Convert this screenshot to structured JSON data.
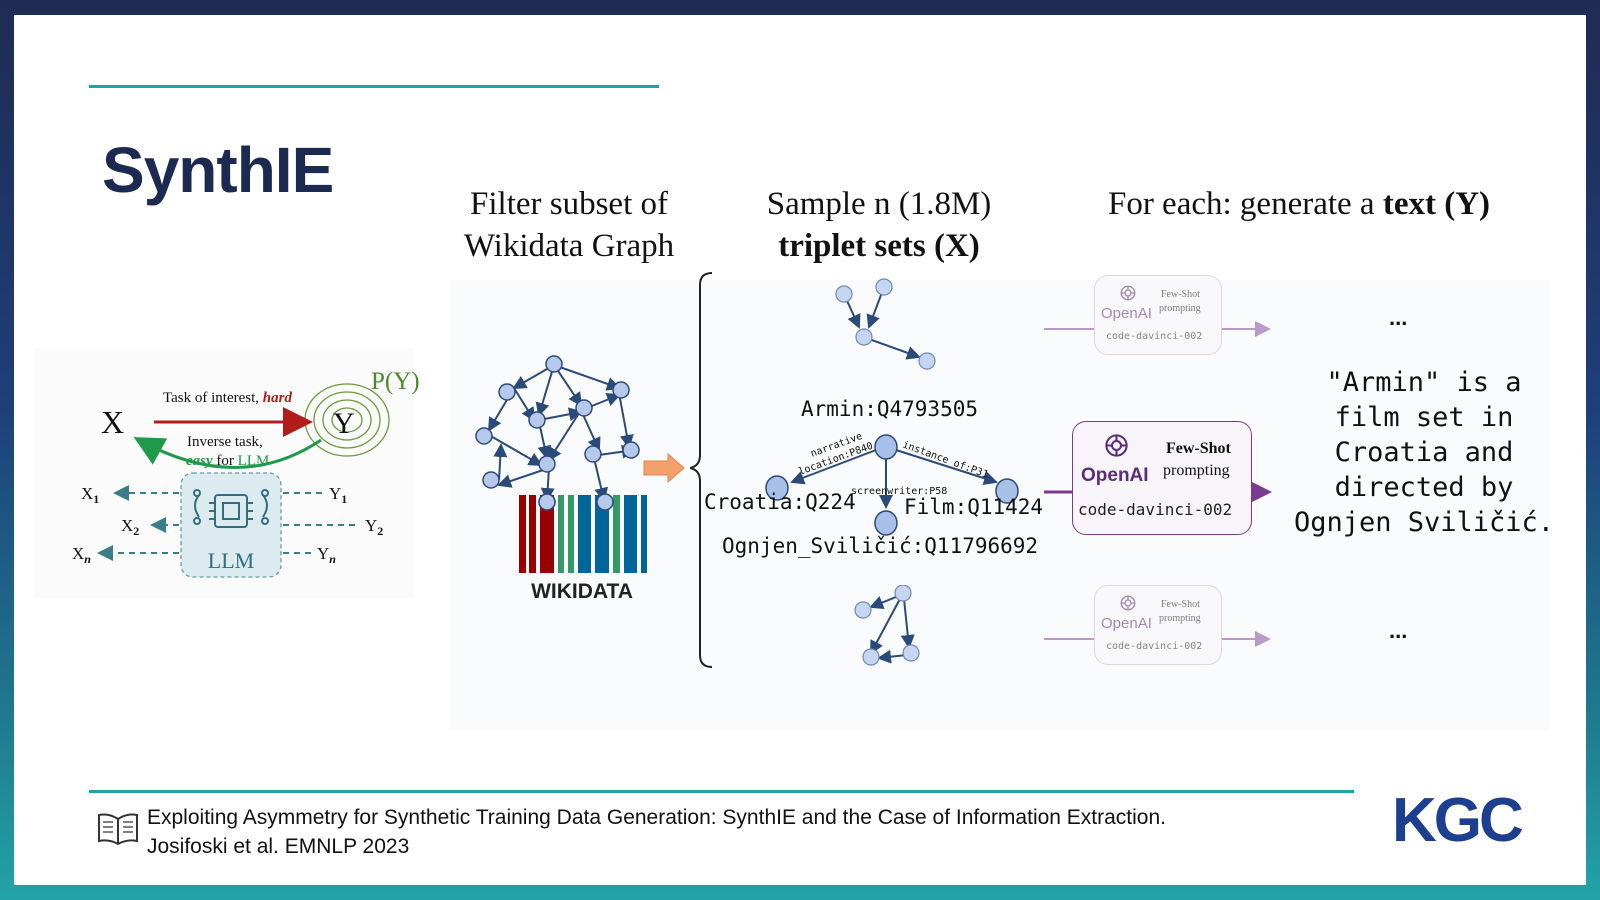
{
  "slide": {
    "title": "SynthIE",
    "reference_line1": "Exploiting Asymmetry for Synthetic Training Data Generation: SynthIE and the Case of Information Extraction.",
    "reference_line2": "Josifoski et al. EMNLP 2023",
    "logo": "KGC",
    "colors": {
      "accent": "#1fa3a8",
      "title": "#1c2a52",
      "openai": "#7a3a90"
    }
  },
  "headers": {
    "filter_line1": "Filter subset of",
    "filter_line2": "Wikidata Graph",
    "sample_line1": "Sample n (1.8M)",
    "sample_line2": "triplet sets (X)",
    "generate_prefix": "For each: generate a ",
    "generate_bold": "text (Y)"
  },
  "left_diagram": {
    "x": "X",
    "y": "Y",
    "py": "P(Y)",
    "task_text": "Task of interest, ",
    "task_hard": "hard",
    "inverse_line1": "Inverse task,",
    "inverse_easy": "easy",
    "inverse_for": " for ",
    "inverse_llm": "LLM",
    "llm": "LLM",
    "x1": "X",
    "x1_sub": "1",
    "x2": "X",
    "x2_sub": "2",
    "xn": "X",
    "xn_sub": "n",
    "y1": "Y",
    "y1_sub": "1",
    "y2": "Y",
    "y2_sub": "2",
    "yn": "Y",
    "yn_sub": "n"
  },
  "wikidata": {
    "label": "WIKIDATA"
  },
  "triplets": {
    "armin": "Armin:Q4793505",
    "croatia": "Croatia:Q224",
    "film": "Film:Q11424",
    "ognjen": "Ognjen_Sviličić:Q11796692",
    "edge_narrative_1": "narrative",
    "edge_narrative_2": "location:P840",
    "edge_instance": "instance of:P31",
    "edge_screenwriter": "screenwriter:P58"
  },
  "prompt_cards": {
    "openai": "OpenAI",
    "few_shot": "Few-Shot",
    "prompting": "prompting",
    "model": "code-davinci-002"
  },
  "outputs": {
    "ellipsis_top": "...",
    "ellipsis_bottom": "...",
    "text": "\"Armin\" is a film set in Croatia and directed by Ognjen Sviličić."
  }
}
